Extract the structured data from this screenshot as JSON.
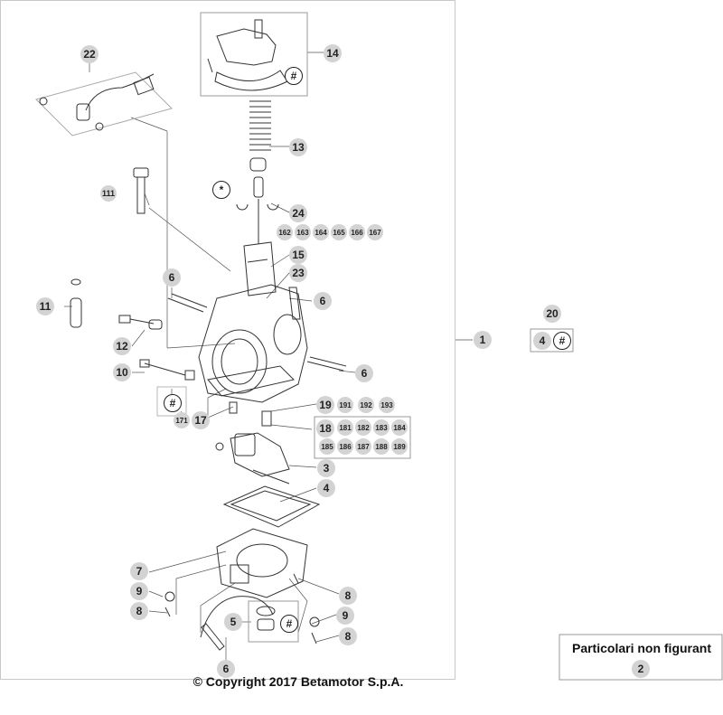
{
  "callouts": [
    {
      "id": "b1",
      "label": "1"
    },
    {
      "id": "b2",
      "label": "2"
    },
    {
      "id": "b3",
      "label": "3"
    },
    {
      "id": "b4",
      "label": "4"
    },
    {
      "id": "b4b",
      "label": "4"
    },
    {
      "id": "b5",
      "label": "5"
    },
    {
      "id": "b6a",
      "label": "6"
    },
    {
      "id": "b6b",
      "label": "6"
    },
    {
      "id": "b6c",
      "label": "6"
    },
    {
      "id": "b6d",
      "label": "6"
    },
    {
      "id": "b7",
      "label": "7"
    },
    {
      "id": "b8a",
      "label": "8"
    },
    {
      "id": "b8b",
      "label": "8"
    },
    {
      "id": "b8c",
      "label": "8"
    },
    {
      "id": "b9a",
      "label": "9"
    },
    {
      "id": "b9b",
      "label": "9"
    },
    {
      "id": "b10",
      "label": "10"
    },
    {
      "id": "b11",
      "label": "11"
    },
    {
      "id": "b12",
      "label": "12"
    },
    {
      "id": "b13",
      "label": "13"
    },
    {
      "id": "b14",
      "label": "14"
    },
    {
      "id": "b15",
      "label": "15"
    },
    {
      "id": "b17",
      "label": "17"
    },
    {
      "id": "b18",
      "label": "18"
    },
    {
      "id": "b19",
      "label": "19"
    },
    {
      "id": "b20",
      "label": "20"
    },
    {
      "id": "b22",
      "label": "22"
    },
    {
      "id": "b23",
      "label": "23"
    },
    {
      "id": "b24",
      "label": "24"
    },
    {
      "id": "b111",
      "label": "111"
    },
    {
      "id": "b171",
      "label": "171"
    },
    {
      "id": "b162",
      "label": "162"
    },
    {
      "id": "b163",
      "label": "163"
    },
    {
      "id": "b164",
      "label": "164"
    },
    {
      "id": "b165",
      "label": "165"
    },
    {
      "id": "b166",
      "label": "166"
    },
    {
      "id": "b167",
      "label": "167"
    },
    {
      "id": "b191",
      "label": "191"
    },
    {
      "id": "b192",
      "label": "192"
    },
    {
      "id": "b193",
      "label": "193"
    },
    {
      "id": "b181",
      "label": "181"
    },
    {
      "id": "b182",
      "label": "182"
    },
    {
      "id": "b183",
      "label": "183"
    },
    {
      "id": "b184",
      "label": "184"
    },
    {
      "id": "b185",
      "label": "185"
    },
    {
      "id": "b186",
      "label": "186"
    },
    {
      "id": "b187",
      "label": "187"
    },
    {
      "id": "b188",
      "label": "188"
    },
    {
      "id": "b189",
      "label": "189"
    }
  ],
  "symbols": {
    "hash": "#",
    "star": "*"
  },
  "not_shown": {
    "title": "Particolari non figurant"
  },
  "copyright": "© Copyright 2017 Betamotor S.p.A."
}
